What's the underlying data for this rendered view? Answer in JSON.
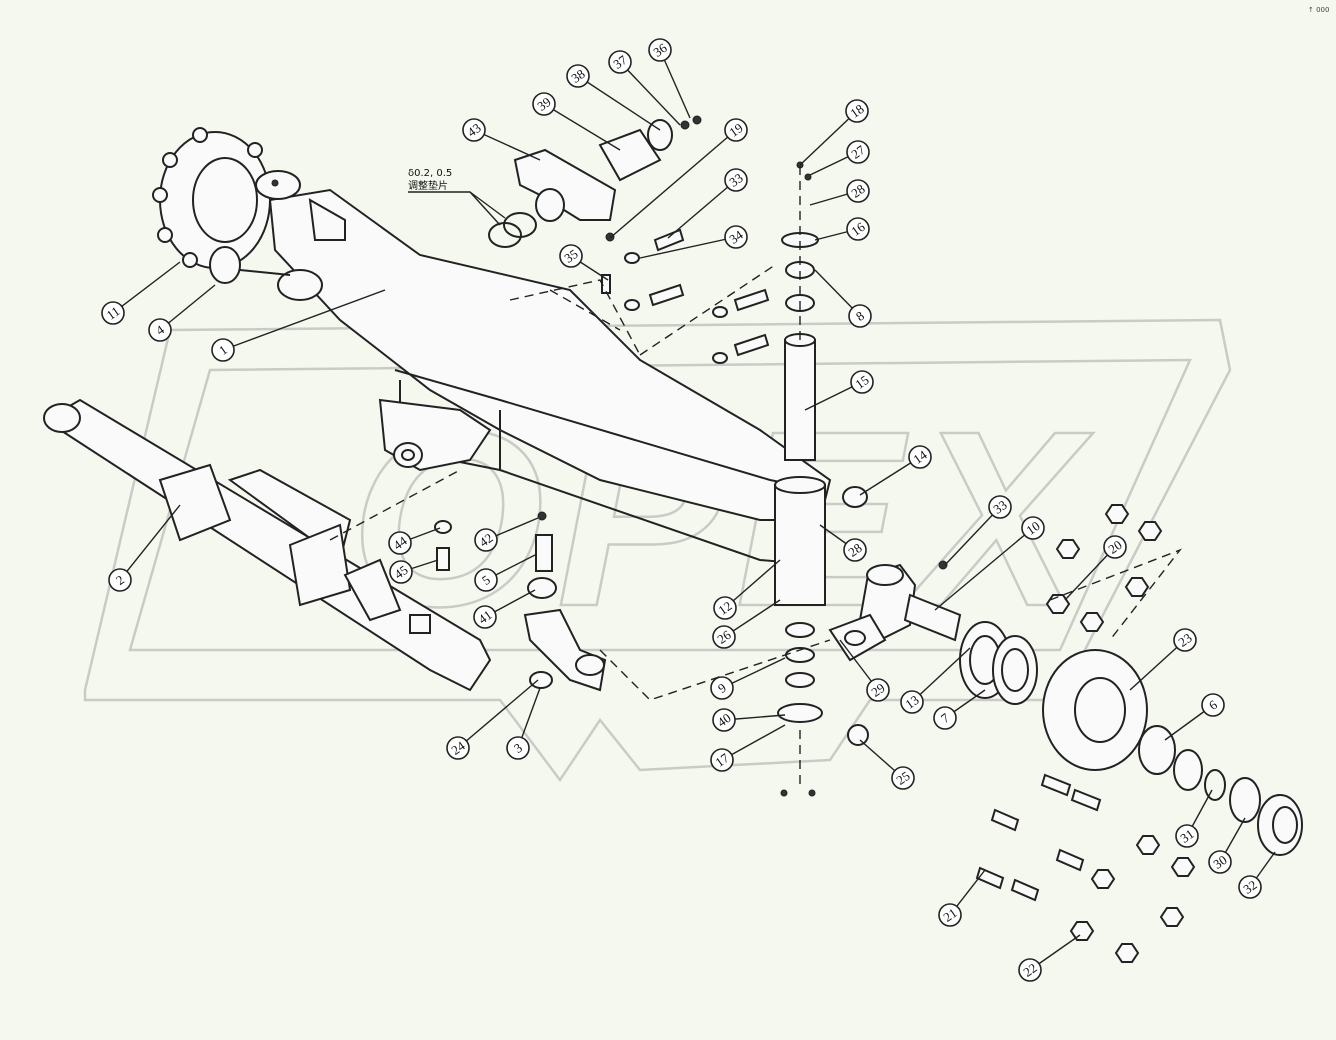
{
  "diagram": {
    "watermark_text": "OPEX",
    "annotation": {
      "line1": "δ0.2, 0.5",
      "line2": "调整垫片"
    },
    "corner_mark": "↑ 000",
    "callouts": [
      {
        "label": "1"
      },
      {
        "label": "2"
      },
      {
        "label": "3"
      },
      {
        "label": "4"
      },
      {
        "label": "5"
      },
      {
        "label": "6"
      },
      {
        "label": "7"
      },
      {
        "label": "8"
      },
      {
        "label": "9"
      },
      {
        "label": "10"
      },
      {
        "label": "11"
      },
      {
        "label": "12"
      },
      {
        "label": "13"
      },
      {
        "label": "14"
      },
      {
        "label": "15"
      },
      {
        "label": "16"
      },
      {
        "label": "17"
      },
      {
        "label": "18"
      },
      {
        "label": "19"
      },
      {
        "label": "20"
      },
      {
        "label": "21"
      },
      {
        "label": "22"
      },
      {
        "label": "23"
      },
      {
        "label": "24"
      },
      {
        "label": "25"
      },
      {
        "label": "26"
      },
      {
        "label": "27"
      },
      {
        "label": "28"
      },
      {
        "label": "28"
      },
      {
        "label": "29"
      },
      {
        "label": "30"
      },
      {
        "label": "31"
      },
      {
        "label": "32"
      },
      {
        "label": "33"
      },
      {
        "label": "33"
      },
      {
        "label": "34"
      },
      {
        "label": "35"
      },
      {
        "label": "36"
      },
      {
        "label": "37"
      },
      {
        "label": "38"
      },
      {
        "label": "39"
      },
      {
        "label": "40"
      },
      {
        "label": "41"
      },
      {
        "label": "42"
      },
      {
        "label": "43"
      },
      {
        "label": "44"
      },
      {
        "label": "45"
      }
    ]
  }
}
